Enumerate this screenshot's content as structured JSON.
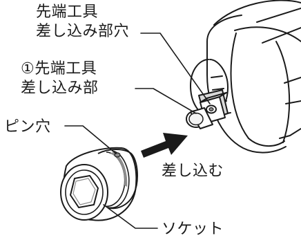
{
  "labels": {
    "socket_hole": {
      "line1": "先端工具",
      "line2": "差し込み部穴"
    },
    "insert_part": {
      "line1": "①先端工具",
      "line2": "差し込み部"
    },
    "pin_hole": "ピン穴",
    "insert_action": "差し込む",
    "socket": "ソケット"
  },
  "colors": {
    "ink": "#1a1a1a",
    "arrow": "#1a1a1a",
    "background": "#ffffff",
    "shade": "#8c8c8c"
  },
  "icons": {
    "direction_arrow": "insert-direction-arrow-icon"
  }
}
